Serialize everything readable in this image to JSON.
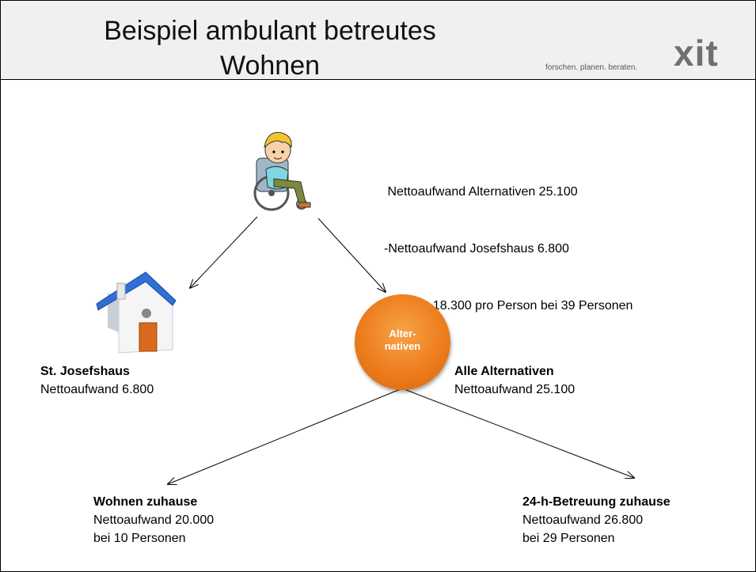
{
  "header": {
    "title_line1": "Beispiel ambulant betreutes",
    "title_line2": "Wohnen",
    "tagline": "forschen. planen. beraten.",
    "logo_text": "xit"
  },
  "summary": {
    "line1": " Nettoaufwand Alternativen 25.100",
    "line2": "-Nettoaufwand Josefshaus 6.800",
    "line3": "= SROI  18.300 pro Person bei 39 Personen"
  },
  "nodes": {
    "alternatives_circle": {
      "line1": "Alter-",
      "line2": "nativen",
      "color": "#ED7D1D"
    },
    "josefshaus": {
      "name": "St. Josefshaus",
      "detail": "Nettoaufwand 6.800"
    },
    "alle_alternativen": {
      "name": "Alle Alternativen",
      "detail": "Nettoaufwand 25.100"
    },
    "wohnen_zuhause": {
      "name": "Wohnen zuhause",
      "detail": "Nettoaufwand 20.000",
      "persons": "bei 10 Personen"
    },
    "betreuung_24h": {
      "name": "24-h-Betreuung zuhause",
      "detail": "Nettoaufwand  26.800",
      "persons": "bei 29 Personen"
    }
  },
  "icons": {
    "person": "wheelchair-user-icon",
    "house": "house-icon"
  }
}
